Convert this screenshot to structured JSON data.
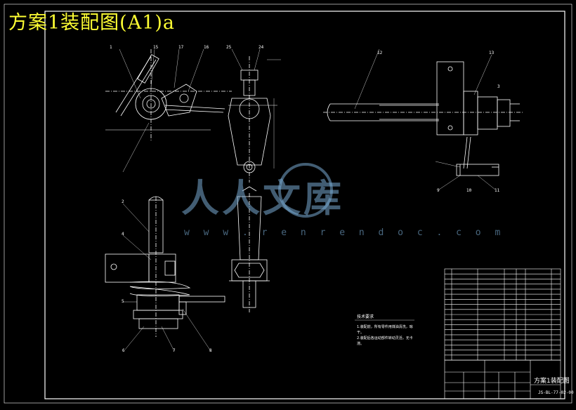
{
  "title": "方案1装配图(A1)a",
  "watermark": {
    "brand": "人人文库",
    "url": "w w w . r e n r e n d o c . c o m"
  },
  "title_block": {
    "drawing_name": "方案1装配图",
    "drawing_code": "JS-BL-77-02-00"
  },
  "notes": {
    "heading": "技术要求",
    "lines": [
      "1.装配前，所有零件用煤油清洗，晾干。",
      "2.装配后各运动部件转动灵活，无卡滞。"
    ]
  },
  "part_numbers": [
    "1",
    "15",
    "17",
    "16",
    "25",
    "24",
    "12",
    "13",
    "2",
    "4",
    "5",
    "6",
    "7",
    "8",
    "9",
    "10",
    "11",
    "3"
  ],
  "colors": {
    "background": "#000000",
    "lines": "#ffffff",
    "title": "#ffff33",
    "frame": "#ffffff",
    "watermark": "#78aad2"
  }
}
